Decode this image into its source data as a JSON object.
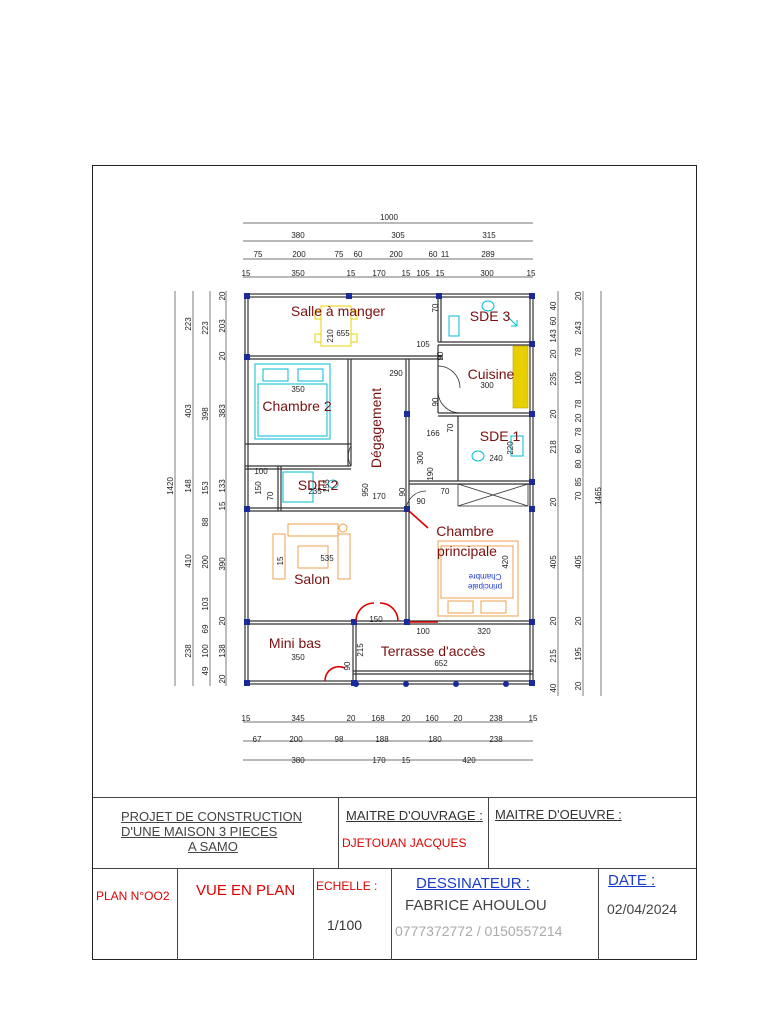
{
  "plan": {
    "rooms": {
      "salle_a_manger": "Salle à manger",
      "sde3": "SDE 3",
      "cuisine": "Cuisine",
      "chambre2": "Chambre 2",
      "degagement": "Dégagement",
      "sde1": "SDE 1",
      "sde2": "SDE 2",
      "chambre_principale_1": "Chambre",
      "chambre_principale_2": "principale",
      "salon": "Salon",
      "mini_bas": "Mini bas",
      "terrasse": "Terrasse d'accès",
      "bed_label_1": "Chambre",
      "bed_label_2": "principale"
    },
    "top_dims": {
      "row1": [
        "1000"
      ],
      "row2": [
        "380",
        "305",
        "315"
      ],
      "row3": [
        "75",
        "200",
        "75",
        "60",
        "200",
        "60",
        "11",
        "289"
      ],
      "row4": [
        "15",
        "350",
        "15",
        "170",
        "15",
        "105",
        "15",
        "300",
        "15"
      ]
    },
    "bottom_dims": {
      "row1": [
        "15",
        "345",
        "20",
        "168",
        "20",
        "160",
        "20",
        "238",
        "15"
      ],
      "row2": [
        "67",
        "200",
        "98",
        "188",
        "180",
        "238"
      ],
      "row3": [
        "380",
        "170",
        "15",
        "420"
      ]
    },
    "left_dims": {
      "total": "1420",
      "col2": [
        "223",
        "403",
        "148",
        "410",
        "238"
      ],
      "col3": [
        "223",
        "398",
        "153",
        "88",
        "200",
        "103",
        "69",
        "100",
        "49"
      ],
      "col4": [
        "20",
        "203",
        "20",
        "383",
        "133",
        "15",
        "390",
        "20",
        "138",
        "20"
      ]
    },
    "right_dims": {
      "total": "1465",
      "col1": [
        "40",
        "60",
        "143",
        "20",
        "235",
        "20",
        "218",
        "20",
        "405",
        "20",
        "215",
        "40"
      ],
      "col2": [
        "20",
        "243",
        "78",
        "100",
        "78",
        "20",
        "78",
        "60",
        "80",
        "85",
        "70",
        "405",
        "20",
        "195",
        "20"
      ]
    },
    "inner_dims": {
      "d655": "655",
      "d210": "210",
      "d350a": "350",
      "d290": "290",
      "d105": "105",
      "d300": "300",
      "d90a": "90",
      "d90b": "90",
      "d70a": "70",
      "d166": "166",
      "d70b": "70",
      "d240": "240",
      "d220": "220",
      "d300b": "300",
      "d190": "190",
      "d90c": "90",
      "d90d": "90",
      "d70c": "70",
      "d100a": "100",
      "d150": "150",
      "d70d": "70",
      "d235": "235",
      "d155": "155",
      "d950": "950",
      "d170": "170",
      "d535": "535",
      "d15": "15",
      "d420": "420",
      "d150b": "150",
      "d100b": "100",
      "d320": "320",
      "d350b": "350",
      "d652": "652",
      "d215": "215",
      "d90e": "90"
    }
  },
  "title_block": {
    "project_line1": "PROJET DE CONSTRUCTION",
    "project_line2": "D'UNE MAISON 3 PIECES",
    "project_line3": "A SAMO",
    "maitre_ouvrage_label": "MAITRE D'OUVRAGE :",
    "maitre_ouvrage_value": "DJETOUAN JACQUES",
    "maitre_oeuvre_label": "MAITRE D'OEUVRE :",
    "plan_number": "PLAN N°OO2",
    "view": "VUE EN PLAN",
    "echelle_label": "ECHELLE :",
    "echelle_value": "1/100",
    "dessinateur_label": "DESSINATEUR :",
    "dessinateur_name": "FABRICE AHOULOU",
    "dessinateur_phone": "0777372772 / 0150557214",
    "date_label": "DATE :",
    "date_value": "02/04/2024"
  },
  "colors": {
    "room_text": "#7a1010",
    "wall": "#333333",
    "post": "#1a2a9a",
    "cyan_furniture": "#00bcd4",
    "orange_furniture": "#f0a050",
    "yellow_furniture": "#e8d000",
    "door_red": "#e00000",
    "blue_text": "#1a3ad0",
    "red_text": "#e00000",
    "grey_text": "#aaaaaa"
  }
}
